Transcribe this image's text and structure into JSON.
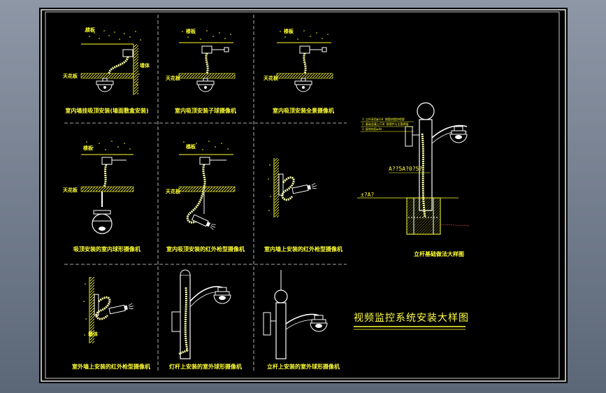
{
  "main_title": "视频监控系统安装大样图",
  "captions": [
    "室内墙挂吸顶安装(墙面敷盒安装)",
    "室内吸顶安装子球摄像机",
    "室内吸顶安装全景摄像机",
    "吸顶安装的室内球形摄像机",
    "室内吸顶安装的红外枪型摄像机",
    "室内墙上安装的红外枪型摄像机",
    "室外墙上安装的红外枪型摄像机",
    "灯杆上安装的室外球形摄像机",
    "立杆上安装的室外球形摄像机",
    "立杆基础做法大样图"
  ],
  "labels": {
    "floor": "楼板",
    "ceiling": "天花板",
    "wall": "墙体"
  },
  "dims": {
    "upper": "A??5A?0?5?",
    "lower": "±?A?"
  },
  "notes": [
    "1.立杆采用φ114 钢管热镀锌喷塑",
    "2.基础混凝土C20 预埋件与主筋焊接",
    "3.接地电阻≤4Ω"
  ]
}
